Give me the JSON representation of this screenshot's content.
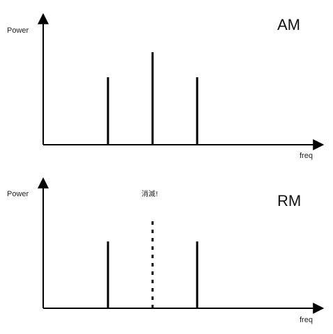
{
  "panels": [
    {
      "id": "am",
      "title": "AM",
      "ylabel": "Power",
      "xlabel": "freq",
      "note": "",
      "lines": [
        {
          "kind": "sideband-lower",
          "style": "solid"
        },
        {
          "kind": "carrier",
          "style": "solid"
        },
        {
          "kind": "sideband-upper",
          "style": "solid"
        }
      ]
    },
    {
      "id": "rm",
      "title": "RM",
      "ylabel": "Power",
      "xlabel": "freq",
      "note": "消滅!",
      "lines": [
        {
          "kind": "sideband-lower",
          "style": "solid"
        },
        {
          "kind": "carrier",
          "style": "dashed"
        },
        {
          "kind": "sideband-upper",
          "style": "solid"
        }
      ]
    }
  ],
  "colors": {
    "ink": "#000000",
    "background": "#ffffff"
  }
}
